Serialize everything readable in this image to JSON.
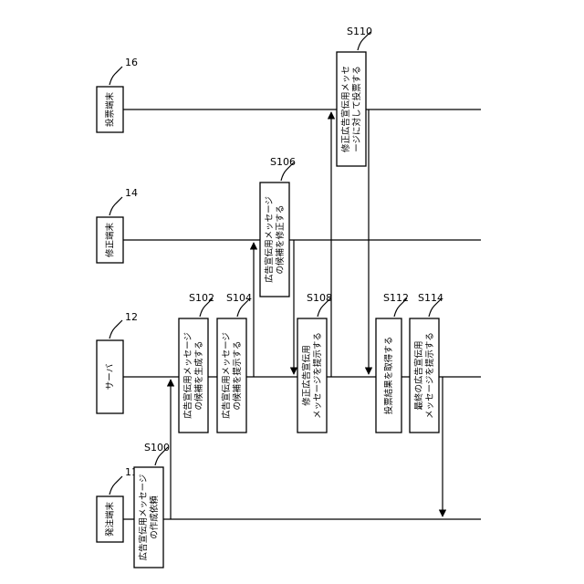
{
  "entities": {
    "orderer": {
      "label": "発注端末",
      "ref": "11"
    },
    "server": {
      "label": "サーバ",
      "ref": "12"
    },
    "editor": {
      "label": "修正端末",
      "ref": "14"
    },
    "voter": {
      "label": "投票端末",
      "ref": "16"
    }
  },
  "steps": {
    "s100": {
      "id": "S100",
      "line1": "広告宣伝用メッセージ",
      "line2": "の作成依頼"
    },
    "s102": {
      "id": "S102",
      "line1": "広告宣伝用メッセージ",
      "line2": "の候補を生成する"
    },
    "s104": {
      "id": "S104",
      "line1": "広告宣伝用メッセージ",
      "line2": "の候補を提示する"
    },
    "s106": {
      "id": "S106",
      "line1": "広告宣伝用メッセージ",
      "line2": "の候補を修正する"
    },
    "s108": {
      "id": "S108",
      "line1": "修正広告宣伝用",
      "line2": "メッセージを提示する"
    },
    "s110": {
      "id": "S110",
      "line1": "修正広告宣伝用メッセ",
      "line2": "ージに対して投票する"
    },
    "s112": {
      "id": "S112",
      "line1": "投票結果を取得する",
      "line2": ""
    },
    "s114": {
      "id": "S114",
      "line1": "最終の広告宣伝用",
      "line2": "メッセージを提示する"
    }
  }
}
